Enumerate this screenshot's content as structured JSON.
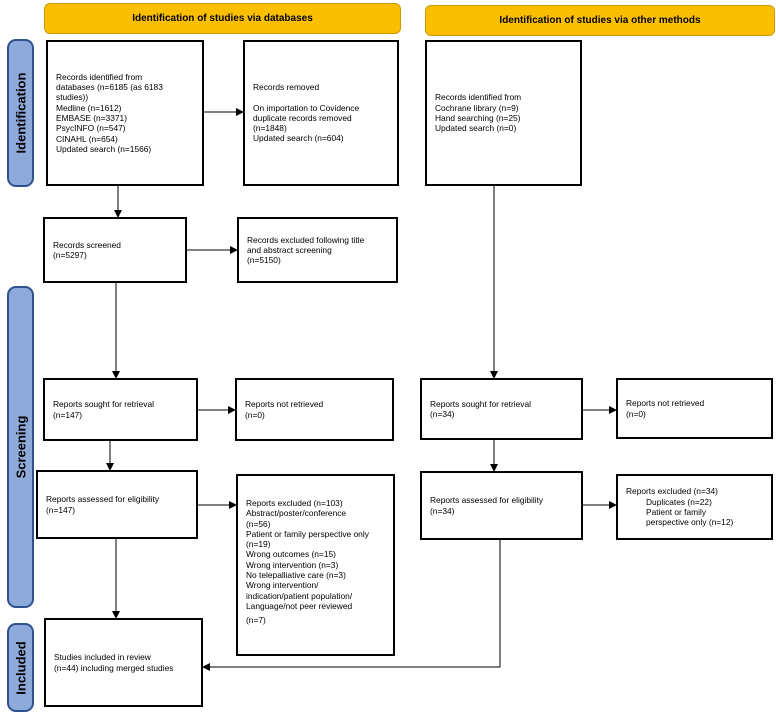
{
  "headers": {
    "databases": "Identification of studies via databases",
    "other": "Identification of studies via other methods"
  },
  "phases": {
    "identification": "Identification",
    "screening": "Screening",
    "included": "Included"
  },
  "db": {
    "records_identified": [
      "Records identified from",
      "databases (n=6185 (as 6183",
      "studies))",
      "Medline (n=1612)",
      "EMBASE (n=3371)",
      "PsycINFO (n=547)",
      "CINAHL (n=654)",
      "Updated search (n=1566)"
    ],
    "records_removed": {
      "title": "Records removed",
      "lines": [
        "On importation to Covidence",
        "duplicate records removed",
        "(n=1848)",
        "Updated search (n=604)"
      ]
    },
    "screened": [
      "Records screened",
      "(n=5297)"
    ],
    "excluded_title": [
      "Records excluded following title",
      "and abstract screening",
      "(n=5150)"
    ],
    "sought": [
      "Reports sought for retrieval",
      "(n=147)"
    ],
    "not_retrieved": [
      "Reports not retrieved",
      "(n=0)"
    ],
    "assessed": [
      "Reports assessed for eligibility",
      "(n=147)"
    ],
    "excluded": [
      "Reports excluded (n=103)",
      "Abstract/poster/conference",
      "(n=56)",
      "Patient or family perspective only",
      "(n=19)",
      "Wrong outcomes (n=15)",
      "Wrong intervention (n=3)",
      "No telepalliative care (n=3)",
      "Wrong intervention/",
      "indication/patient population/",
      "Language/not peer reviewed",
      "(n=7)"
    ],
    "included": [
      "Studies included in review",
      "(n=44) including merged studies"
    ]
  },
  "other": {
    "records_identified": [
      "Records identified from",
      "Cochrane library (n=9)",
      "Hand searching (n=25)",
      "Updated search (n=0)"
    ],
    "sought": [
      "Reports sought for retrieval",
      "(n=34)"
    ],
    "not_retrieved": [
      "Reports not retrieved",
      "(n=0)"
    ],
    "assessed": [
      "Reports assessed for eligibility",
      "(n=34)"
    ],
    "excluded_title": "Reports excluded (n=34)",
    "excluded": [
      "Duplicates (n=22)",
      "Patient or family",
      "perspective only (n=12)"
    ]
  }
}
